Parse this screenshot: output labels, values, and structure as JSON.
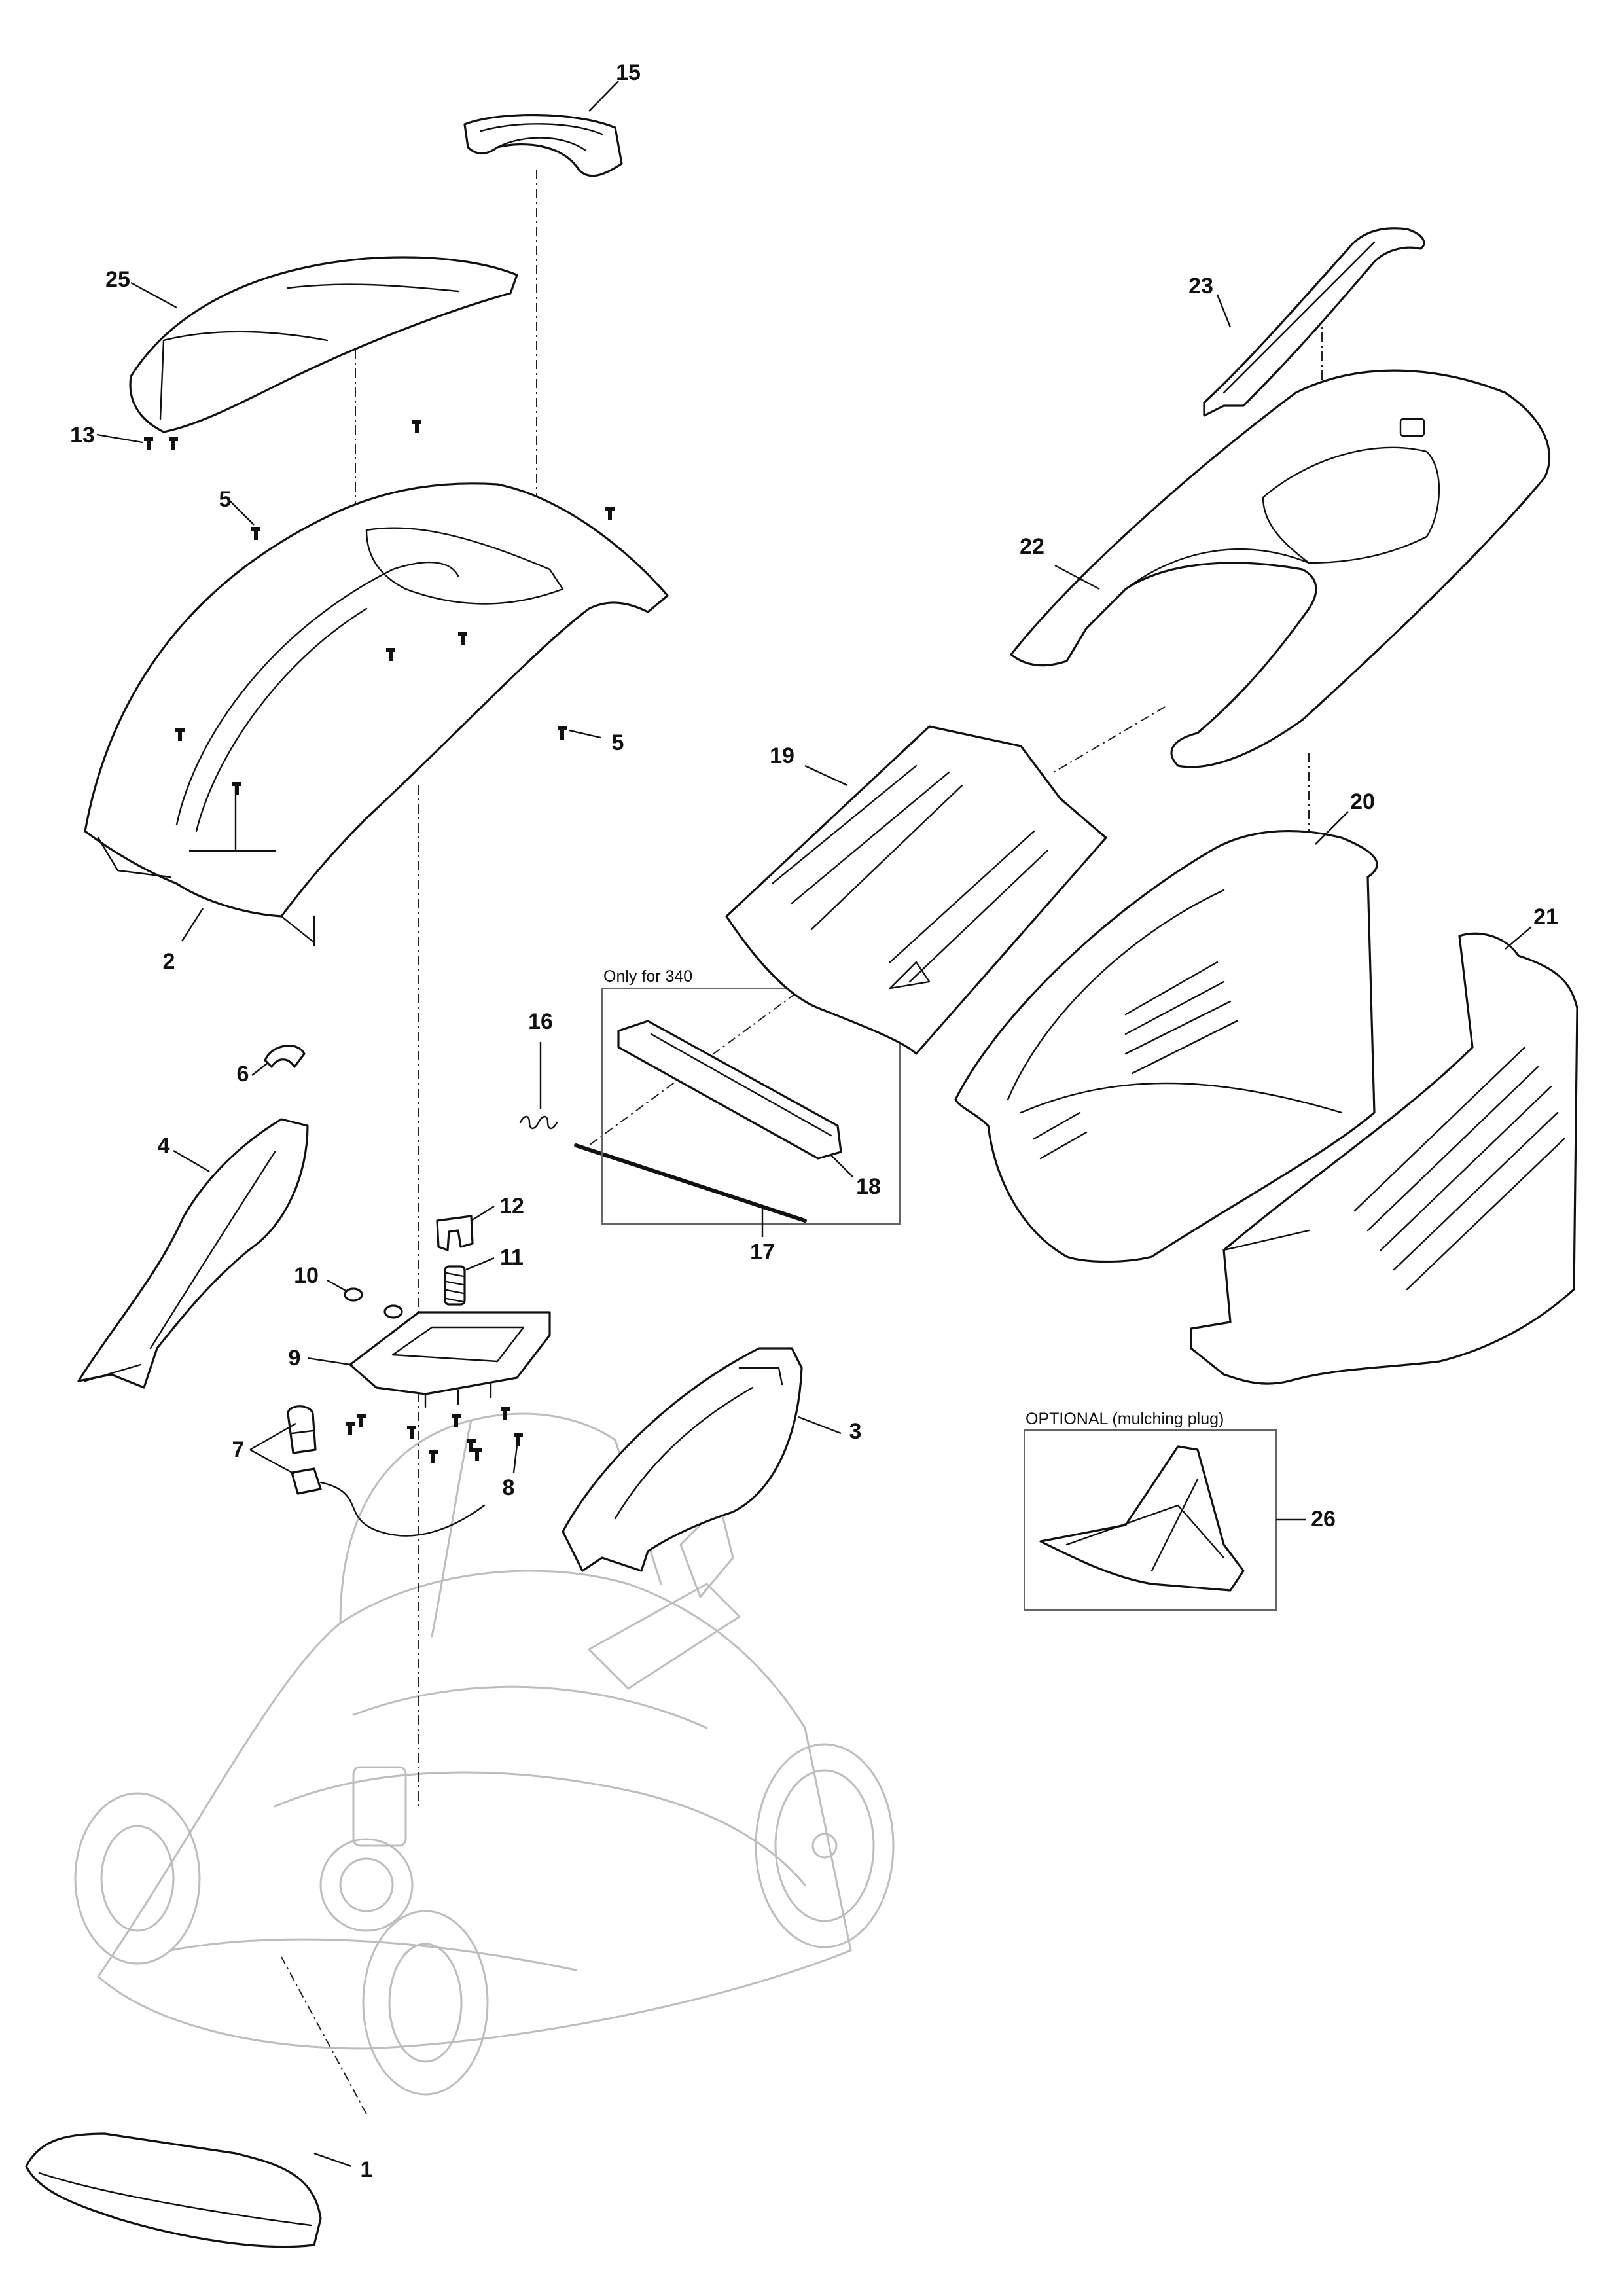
{
  "callouts": {
    "c1": "1",
    "c2": "2",
    "c3": "3",
    "c4": "4",
    "c5a": "5",
    "c5b": "5",
    "c6": "6",
    "c7": "7",
    "c8": "8",
    "c9": "9",
    "c10": "10",
    "c11": "11",
    "c12": "12",
    "c13": "13",
    "c15": "15",
    "c16": "16",
    "c17": "17",
    "c18": "18",
    "c19": "19",
    "c20": "20",
    "c21": "21",
    "c22": "22",
    "c23": "23",
    "c25": "25",
    "c26": "26"
  },
  "boxes": {
    "only340": "Only for 340",
    "optional": "OPTIONAL (mulching plug)"
  }
}
